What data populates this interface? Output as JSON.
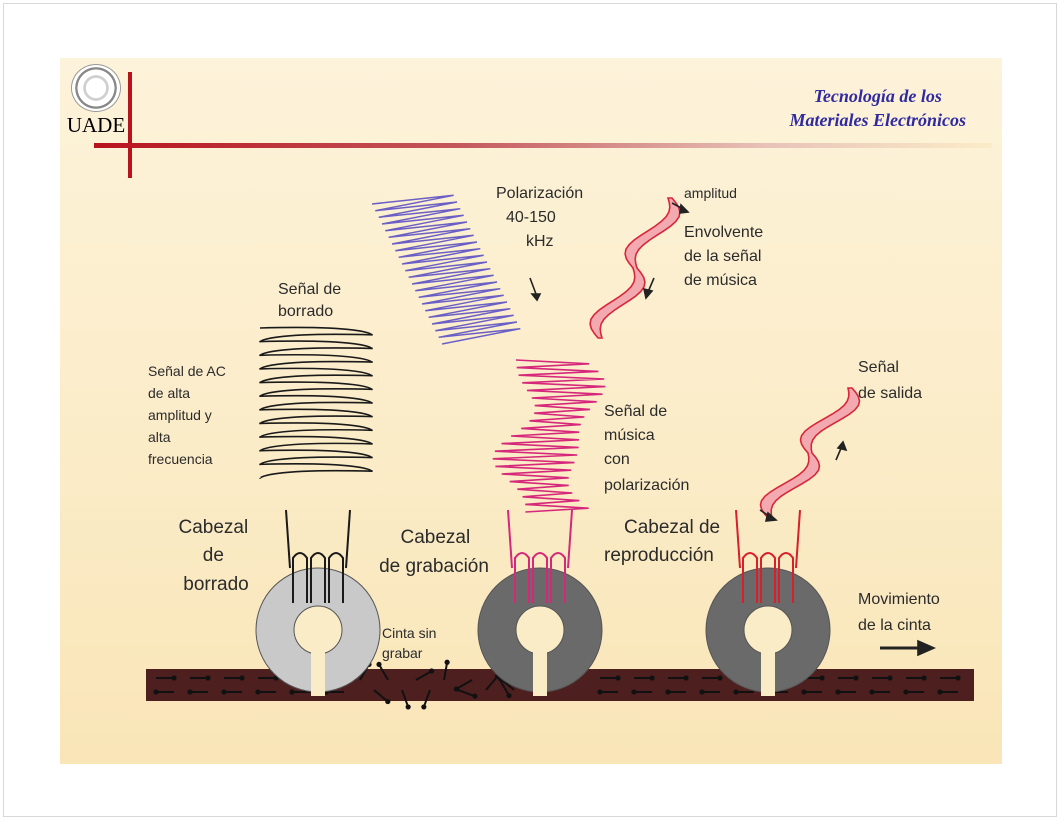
{
  "header": {
    "logo_text": "UADE",
    "title_line1": "Tecnología de los",
    "title_line2": "Materiales Electrónicos"
  },
  "labels": {
    "borrado_signal": [
      "Señal de",
      "borrado"
    ],
    "ac_signal": [
      "Señal de AC",
      "de alta",
      "amplitud y",
      "alta",
      "frecuencia"
    ],
    "polarizacion": [
      "Polarización",
      "40-150",
      "kHz"
    ],
    "amplitud": "amplitud",
    "envolvente": [
      "Envolvente",
      "de la señal",
      "de música"
    ],
    "musica_pol": [
      "Señal de",
      "música",
      "con",
      "polarización"
    ],
    "salida": [
      "Señal",
      "de salida"
    ],
    "head_erase": [
      "Cabezal",
      "de",
      "borrado"
    ],
    "head_record": [
      "Cabezal",
      "de grabación"
    ],
    "head_play": [
      "Cabezal de",
      "reproducción"
    ],
    "tape_blank": [
      "Cinta sin",
      "grabar"
    ],
    "movement": [
      "Movimiento",
      "de la cinta"
    ]
  },
  "colors": {
    "accent_red": "#b8131d",
    "title_blue": "#2f2aa0",
    "erase_coil": "#1a1a1a",
    "bias_wave": "#6a5fc4",
    "music_wave": "#d6287a",
    "envelope": "#d8263a",
    "envelope_fill": "#f2a9b0",
    "play_coil": "#d81f2a",
    "head_light": "#c9c9c9",
    "head_dark": "#6a6a6a",
    "tape": "#4e1f1f"
  }
}
